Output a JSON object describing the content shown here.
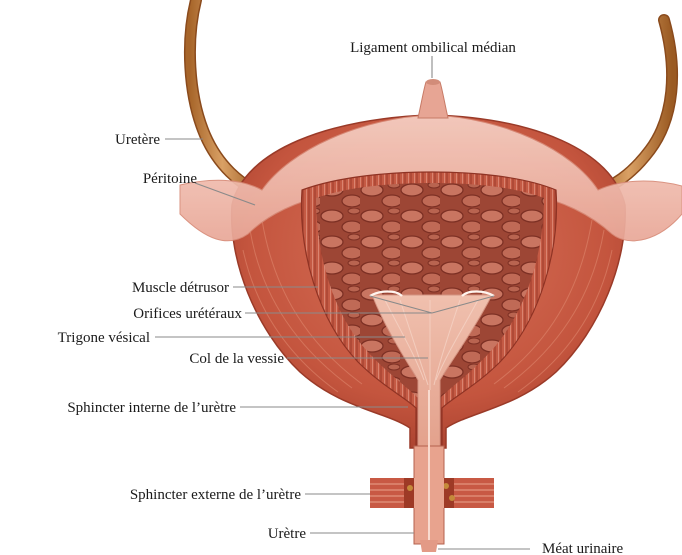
{
  "figure": {
    "labels": {
      "ligament": "Ligament ombilical médian",
      "uretere": "Uretère",
      "peritoine": "Péritoine",
      "detrusor": "Muscle détrusor",
      "orifices": "Orifices urétéraux",
      "trigone": "Trigone vésical",
      "col": "Col de la vessie",
      "sphincter_interne": "Sphincter interne de l’urètre",
      "sphincter_externe": "Sphincter externe de l’urètre",
      "uretre": "Urètre",
      "meat": "Méat urinaire"
    }
  }
}
